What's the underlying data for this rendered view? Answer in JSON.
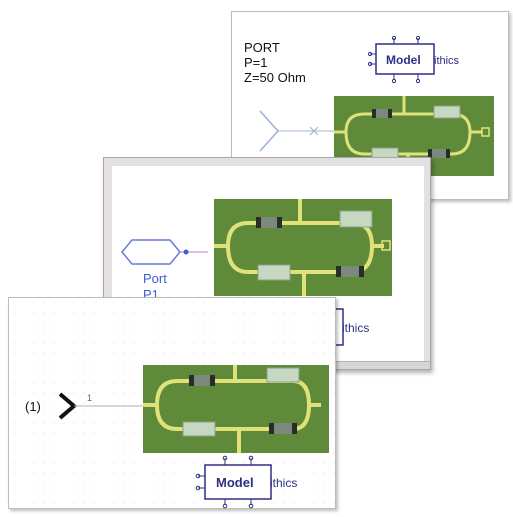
{
  "back_window": {
    "port_name": "PORT",
    "port_param": "P=1",
    "port_impedance": "Z=50 Ohm"
  },
  "mid_window": {
    "port_label": "Port",
    "port_id": "P1"
  },
  "front_window": {
    "terminal_label": "(1)",
    "pin_number": "1"
  },
  "logo": {
    "part1": "Model",
    "part2": "ithics"
  },
  "colors": {
    "board_green": "#5e8a3a",
    "trace_yellow": "#dfe27a",
    "logo_blue": "#2f2f86",
    "port_blue": "#3a5fd0"
  }
}
